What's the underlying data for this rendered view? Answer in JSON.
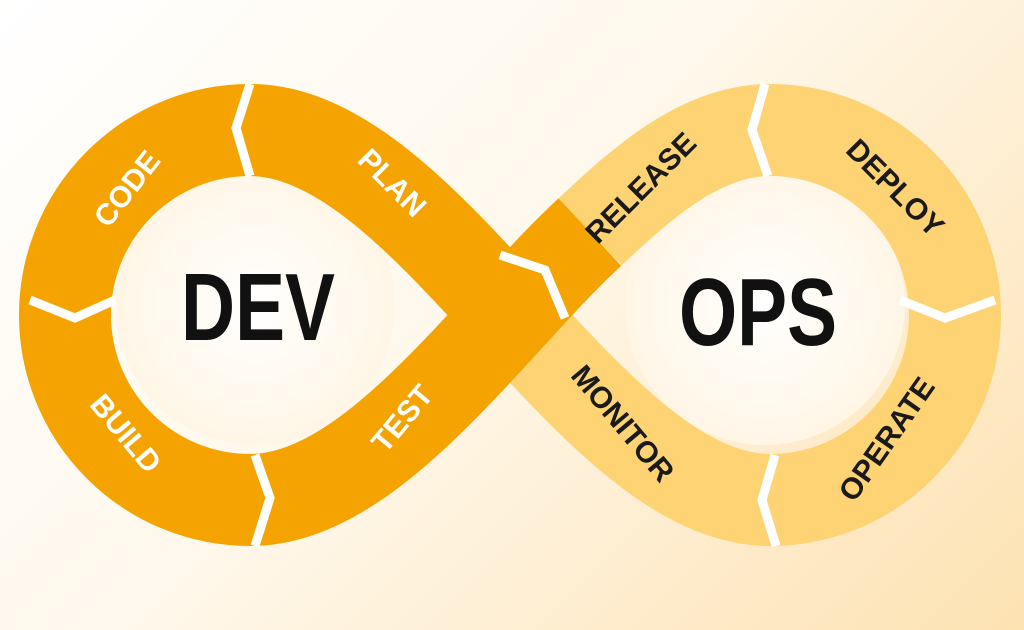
{
  "colors": {
    "dev": "#F5A300",
    "ops": "#FDD374",
    "dev_text": "#ffffff",
    "ops_text": "#1a1a1a"
  },
  "center": {
    "dev": "DEV",
    "ops": "OPS"
  },
  "stages": {
    "code": "CODE",
    "plan": "PLAN",
    "build": "BUILD",
    "test": "TEST",
    "release": "RELEASE",
    "deploy": "DEPLOY",
    "monitor": "MONITOR",
    "operate": "OPERATE"
  }
}
